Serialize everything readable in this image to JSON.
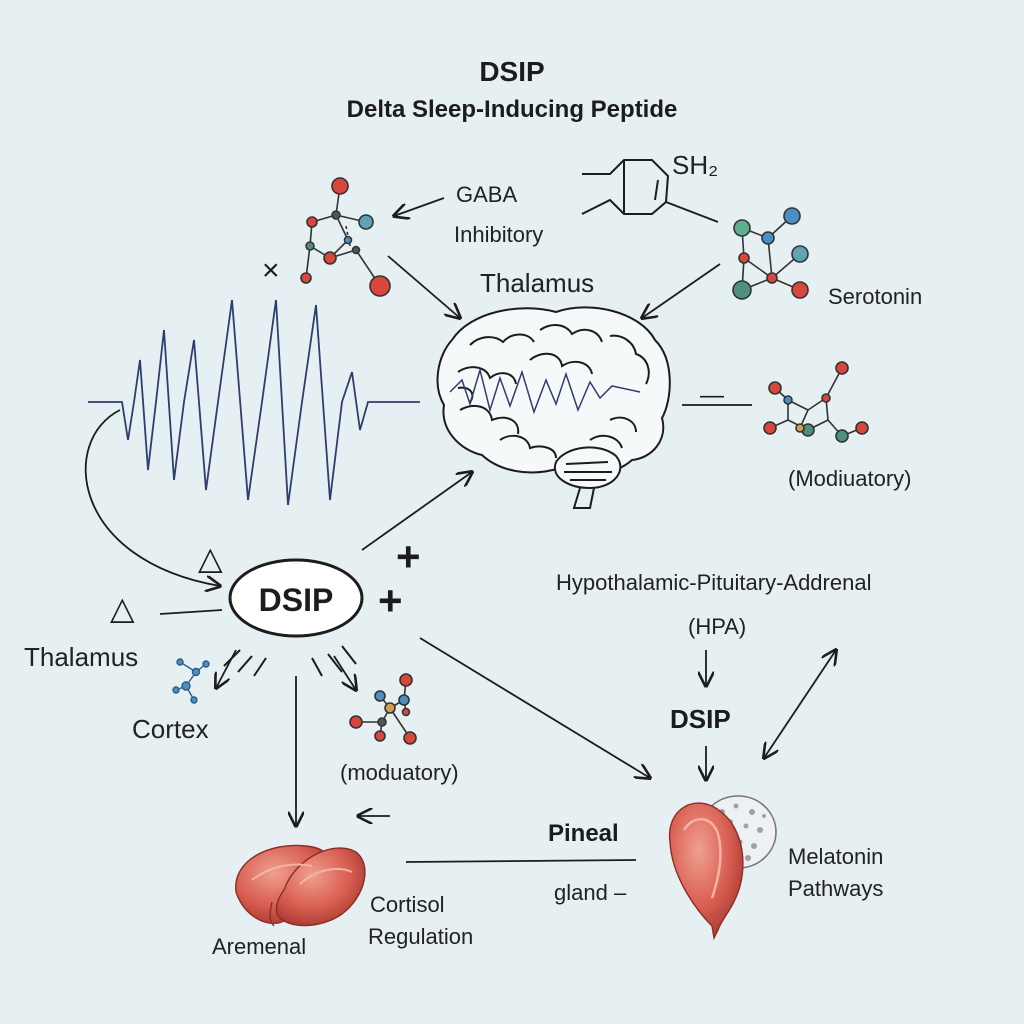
{
  "header": {
    "title": "DSIP",
    "subtitle": "Delta Sleep-Inducing Peptide"
  },
  "labels": {
    "gaba": "GABA",
    "inhibitory": "Inhibitory",
    "sh2": "SH₂",
    "thalamus_top": "Thalamus",
    "serotonin": "Serotonin",
    "modulatory_right": "(Modiuatory)",
    "dsip_center": "DSIP",
    "thalamus_left": "Thalamus",
    "cortex": "Cortex",
    "modulatory_center": "(moduatory)",
    "hpa_line1": "Hypothalamic-Pituitary-Addrenal",
    "hpa_line2": "(HPA)",
    "dsip_hpa": "DSIP",
    "pineal": "Pineal",
    "gland": "gland –",
    "melatonin_line1": "Melatonin",
    "melatonin_line2": "Pathways",
    "cortisol_line1": "Cortisol",
    "cortisol_line2": "Regulation",
    "adrenal": "Aremenal"
  },
  "symbols": {
    "plus": "+",
    "minus": "—",
    "cross": "×",
    "delta": "△"
  },
  "colors": {
    "background": "#e6eff2",
    "ink": "#1c1c1c",
    "wave": "#2e3f6e",
    "atom_red": "#d9473c",
    "atom_blue": "#4d8fc4",
    "atom_teal": "#4f8f80",
    "organ_red": "#d85e52"
  }
}
